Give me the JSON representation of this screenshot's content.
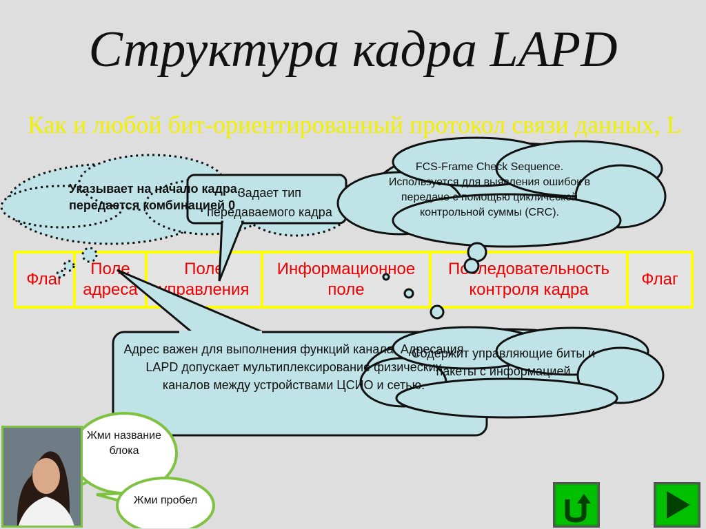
{
  "title": "Структура кадра LAPD",
  "subtitle": "Как и любой бит-ориентированный протокол связи данных, LAPD передает и",
  "frame_fields": [
    {
      "label": "Флаг"
    },
    {
      "label": "Поле адреса"
    },
    {
      "label": "Поле управления"
    },
    {
      "label": "Информационное поле"
    },
    {
      "label": "Последовательность контроля кадра"
    },
    {
      "label": "Флаг"
    }
  ],
  "callouts": {
    "flag": "Указывает на начало кадра, передается комбинацией 0",
    "type": "Задает тип передаваемого кадра",
    "fcs": "FCS-Frame Check Sequence. Используется для выявления ошибок в передаче с помощью циклической контрольной суммы (CRC).",
    "address": "Адрес важен для выполнения функций канала. Адресация LAPD допускает мультиплексирование физических каналов между устройствами ЦСИО и сетью.",
    "info": "Содержит управляющие биты и пакеты с информацией"
  },
  "hints": {
    "click_block": "Жми название блока",
    "press_space": "Жми пробел"
  },
  "colors": {
    "bubble_fill": "#bfe3e6",
    "table_border": "#ffff00",
    "field_text": "#e00000",
    "subtitle": "#f0f000",
    "nav_green": "#00c000"
  },
  "icons": {
    "return": "u-turn-arrow-icon",
    "next": "play-triangle-icon"
  }
}
